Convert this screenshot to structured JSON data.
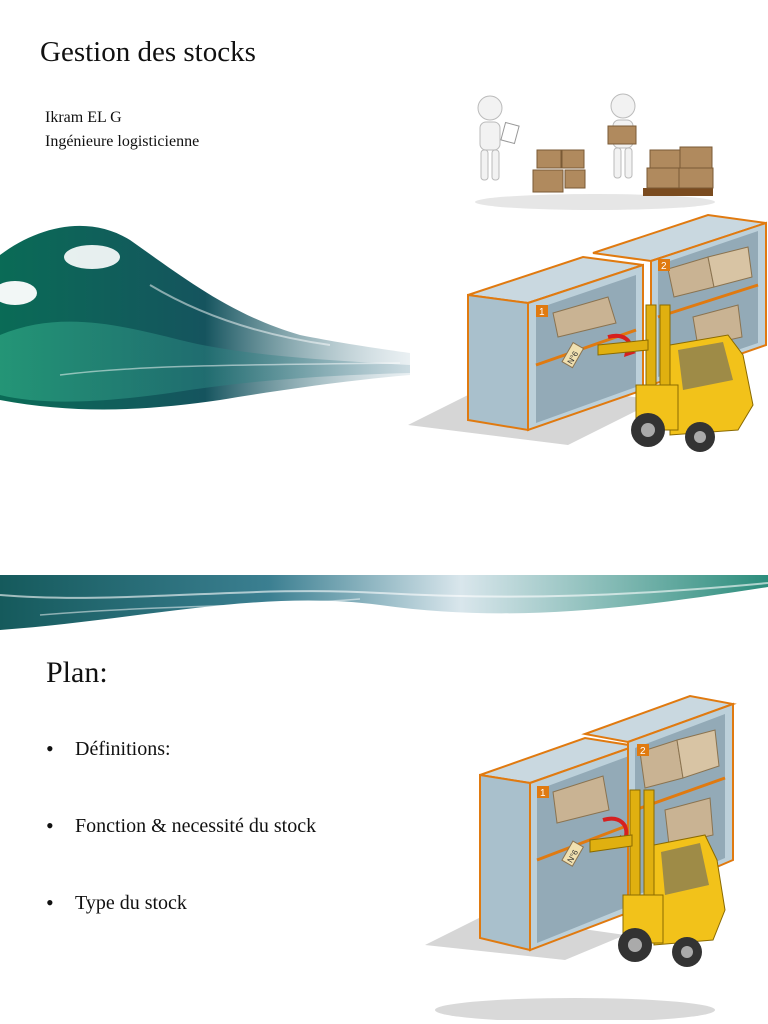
{
  "slide1": {
    "title": "Gestion des stocks",
    "author_name": "Ikram EL G",
    "author_role": "Ingénieure logisticienne"
  },
  "slide2": {
    "title": "Plan:",
    "bullets": [
      "Définitions:",
      "Fonction & necessité du stock",
      "Type du stock"
    ]
  },
  "illustration": {
    "rack_1_label": "1",
    "rack_2_label": "2",
    "tag_label": "N°6"
  },
  "colors": {
    "wave_dark": "#0d5b56",
    "wave_teal": "#1f8a78",
    "wave_blue": "#2f6e86",
    "rack": "#a9c0cc",
    "rack_edge": "#e07a10",
    "box": "#c9b393",
    "forklift": "#f2c21a"
  }
}
